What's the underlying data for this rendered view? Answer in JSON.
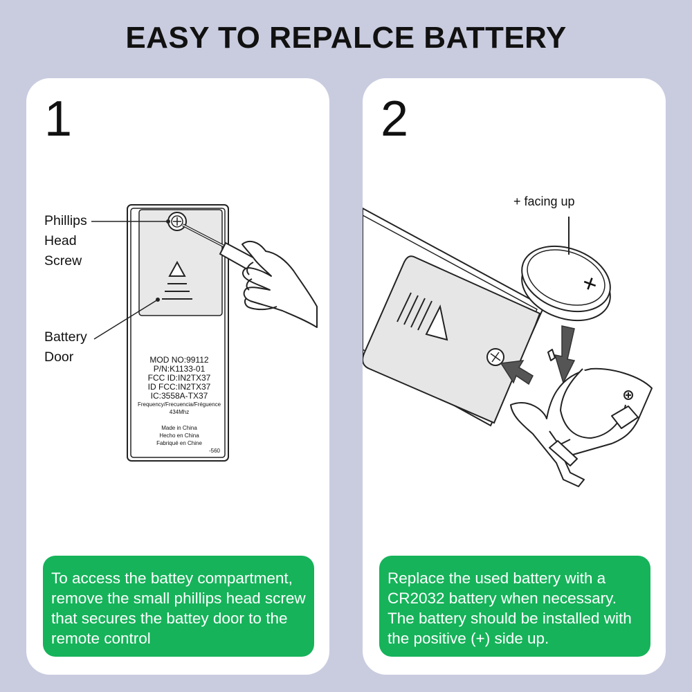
{
  "title": "EASY TO REPALCE BATTERY",
  "step1": {
    "number": "1",
    "label_screw": "Phillips Head Screw",
    "label_door": "Battery Door",
    "remote_text": {
      "mod": "MOD NO:99112",
      "pn": "P/N:K1133-01",
      "fcc": "FCC ID:IN2TX37",
      "idfcc": "ID FCC:IN2TX37",
      "ic": "IC:3558A-TX37",
      "freq": "Frequency/Frecuencia/Fréguence",
      "mhz": "434Mhz",
      "made1": "Made in China",
      "made2": "Hecho en China",
      "made3": "Fabriqué en Chine",
      "code": "-560"
    },
    "caption": "To access the battey compartment, remove the small phillips head screw that secures the battey door to the remote control"
  },
  "step2": {
    "number": "2",
    "label_up": "+ facing up",
    "plus_mark": "+",
    "caption": "Replace the used battery with a CR2032 battery when necessary. The battery should be installed with the positive (+) side up."
  },
  "colors": {
    "background": "#c9ccdf",
    "caption_green": "#16b35a",
    "card": "#ffffff"
  }
}
